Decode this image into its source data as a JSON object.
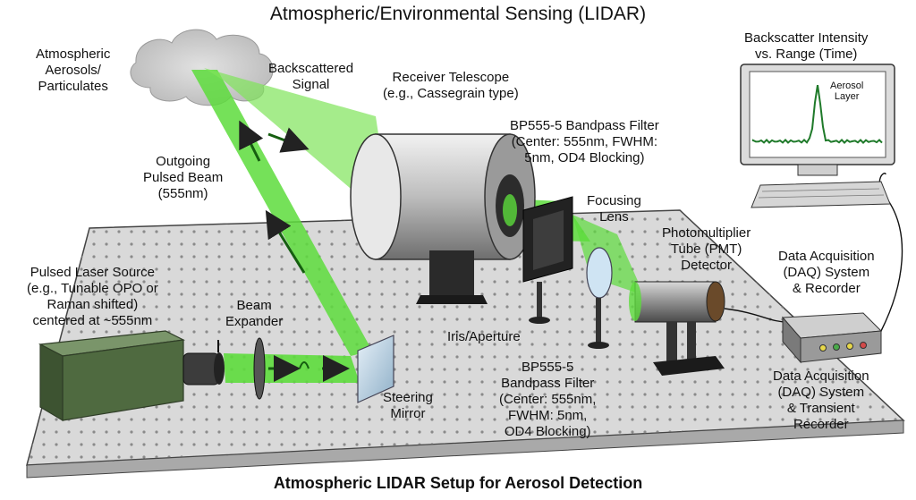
{
  "title": "Atmospheric/Environmental Sensing (LIDAR)",
  "caption": "Atmospheric LIDAR Setup for Aerosol Detection",
  "labels": {
    "aerosols": [
      "Atmospheric",
      "Aerosols/",
      "Particulates"
    ],
    "backscatter": [
      "Backscattered",
      "Signal"
    ],
    "telescope": [
      "Receiver Telescope",
      "(e.g., Cassegrain type)"
    ],
    "filter_top": [
      "BP555-5 Bandpass Filter",
      "(Center: 555nm, FWHM:",
      "5nm, OD4 Blocking)"
    ],
    "outgoing": [
      "Outgoing",
      "Pulsed Beam",
      "(555nm)"
    ],
    "focusing": [
      "Focusing",
      "Lens"
    ],
    "pmt": [
      "Photomultiplier",
      "Tube (PMT)",
      "Detector"
    ],
    "daq_recorder": [
      "Data Acquisition",
      "(DAQ) System",
      "& Recorder"
    ],
    "laser": [
      "Pulsed Laser Source",
      "(e.g., Tunable OPO or",
      "Raman shifted)",
      "centered at ~555nm"
    ],
    "expander": [
      "Beam",
      "Expander"
    ],
    "iris": [
      "Iris/Aperture"
    ],
    "filter_bottom": [
      "BP555-5",
      "Bandpass Filter",
      "(Center: 555nm,",
      "FWHM: 5nm,",
      "OD4 Blocking)"
    ],
    "mirror": [
      "Steering",
      "Mirror"
    ],
    "daq_transient": [
      "Data Acquisition",
      "(DAQ) System",
      "& Transient",
      "Recorder"
    ],
    "monitor_title": [
      "Backscatter Intensity",
      "vs. Range (Time)"
    ],
    "aerosol_layer": [
      "Aerosol",
      "Layer"
    ]
  },
  "colors": {
    "beam": "#5ddc3c",
    "beam_dark": "#2e9e1a",
    "table": "#d6d6d6",
    "laser_box": "#5f7a4e",
    "plot_line": "#1f7a2a"
  }
}
